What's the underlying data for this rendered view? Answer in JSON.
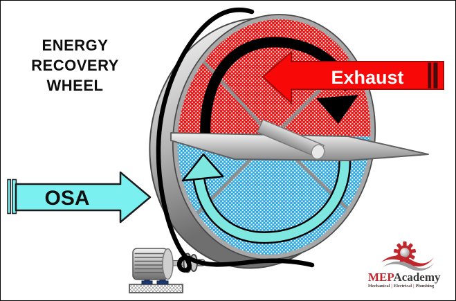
{
  "title": {
    "line1": "ENERGY",
    "line2": "RECOVERY",
    "line3": "WHEEL"
  },
  "labels": {
    "exhaust": "Exhaust",
    "osa": "OSA"
  },
  "logo": {
    "mep": "MEP",
    "academy": "Academy",
    "tagline": {
      "word1": "Mechanical",
      "word2": "Electrical",
      "word3": "Plumbing",
      "divider": "|"
    }
  },
  "icons": {
    "rotation_top": "clockwise-rotation-arrow-black",
    "rotation_bottom": "clockwise-rotation-arrow-cyan",
    "gear": "mep-academy-gear"
  },
  "colors": {
    "exhaust_red": "#F90808",
    "osa_cyan": "#7BF0F0",
    "wheel_hot": "#E81212",
    "wheel_cold": "#2AA7E0",
    "rotation_cyan": "#7EE8E0",
    "logo_red": "#C0272D",
    "belt_black": "#000000"
  }
}
